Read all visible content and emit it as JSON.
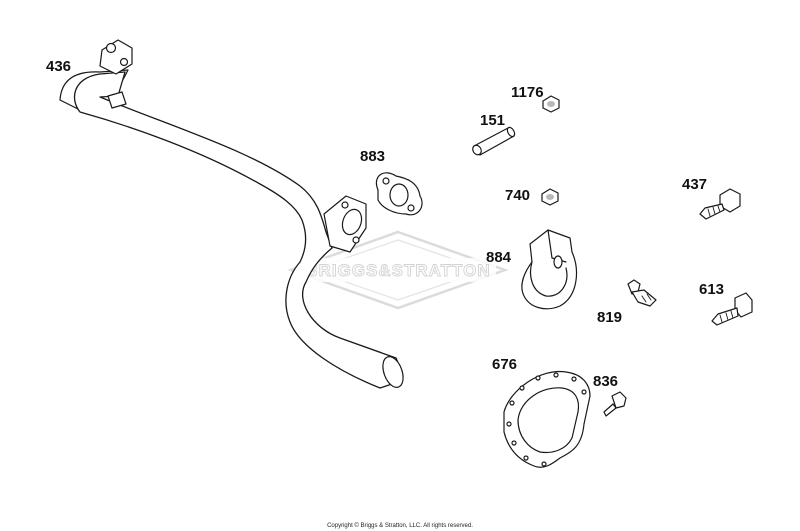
{
  "diagram": {
    "watermark": "BRIGGS&STRATTON",
    "copyright": "Copyright © Briggs & Stratton, LLC. All rights reserved.",
    "parts": [
      {
        "id": "436",
        "name": "tube-436"
      },
      {
        "id": "883",
        "name": "gasket-883"
      },
      {
        "id": "1176",
        "name": "nut-1176"
      },
      {
        "id": "151",
        "name": "stud-151"
      },
      {
        "id": "740",
        "name": "nut-740"
      },
      {
        "id": "884",
        "name": "clamp-884"
      },
      {
        "id": "437",
        "name": "screw-437"
      },
      {
        "id": "819",
        "name": "screw-819"
      },
      {
        "id": "613",
        "name": "screw-613"
      },
      {
        "id": "676",
        "name": "cover-676"
      },
      {
        "id": "836",
        "name": "screw-836"
      }
    ]
  }
}
